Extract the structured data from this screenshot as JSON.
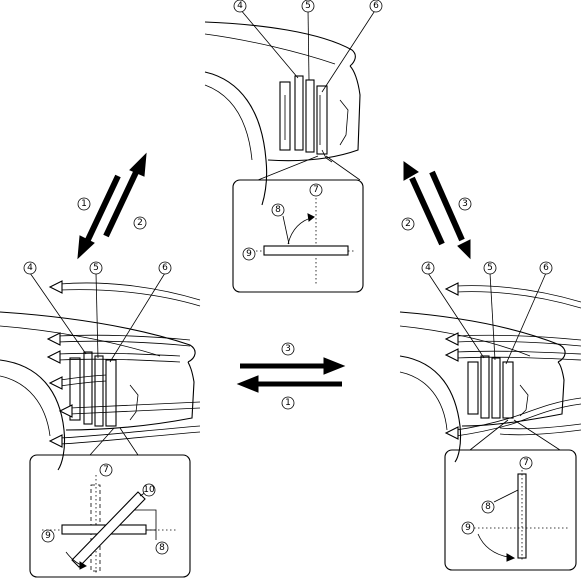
{
  "labels": {
    "fin_front": "4",
    "fin_mid": "5",
    "fin_rear": "6",
    "axis_vertical": "7",
    "angle_ref": "8",
    "axis_horizontal": "9",
    "fin_tilted": "10",
    "step_1": "1",
    "step_2": "2",
    "step_3": "3"
  },
  "colors": {
    "line": "#000000",
    "background": "#ffffff"
  }
}
